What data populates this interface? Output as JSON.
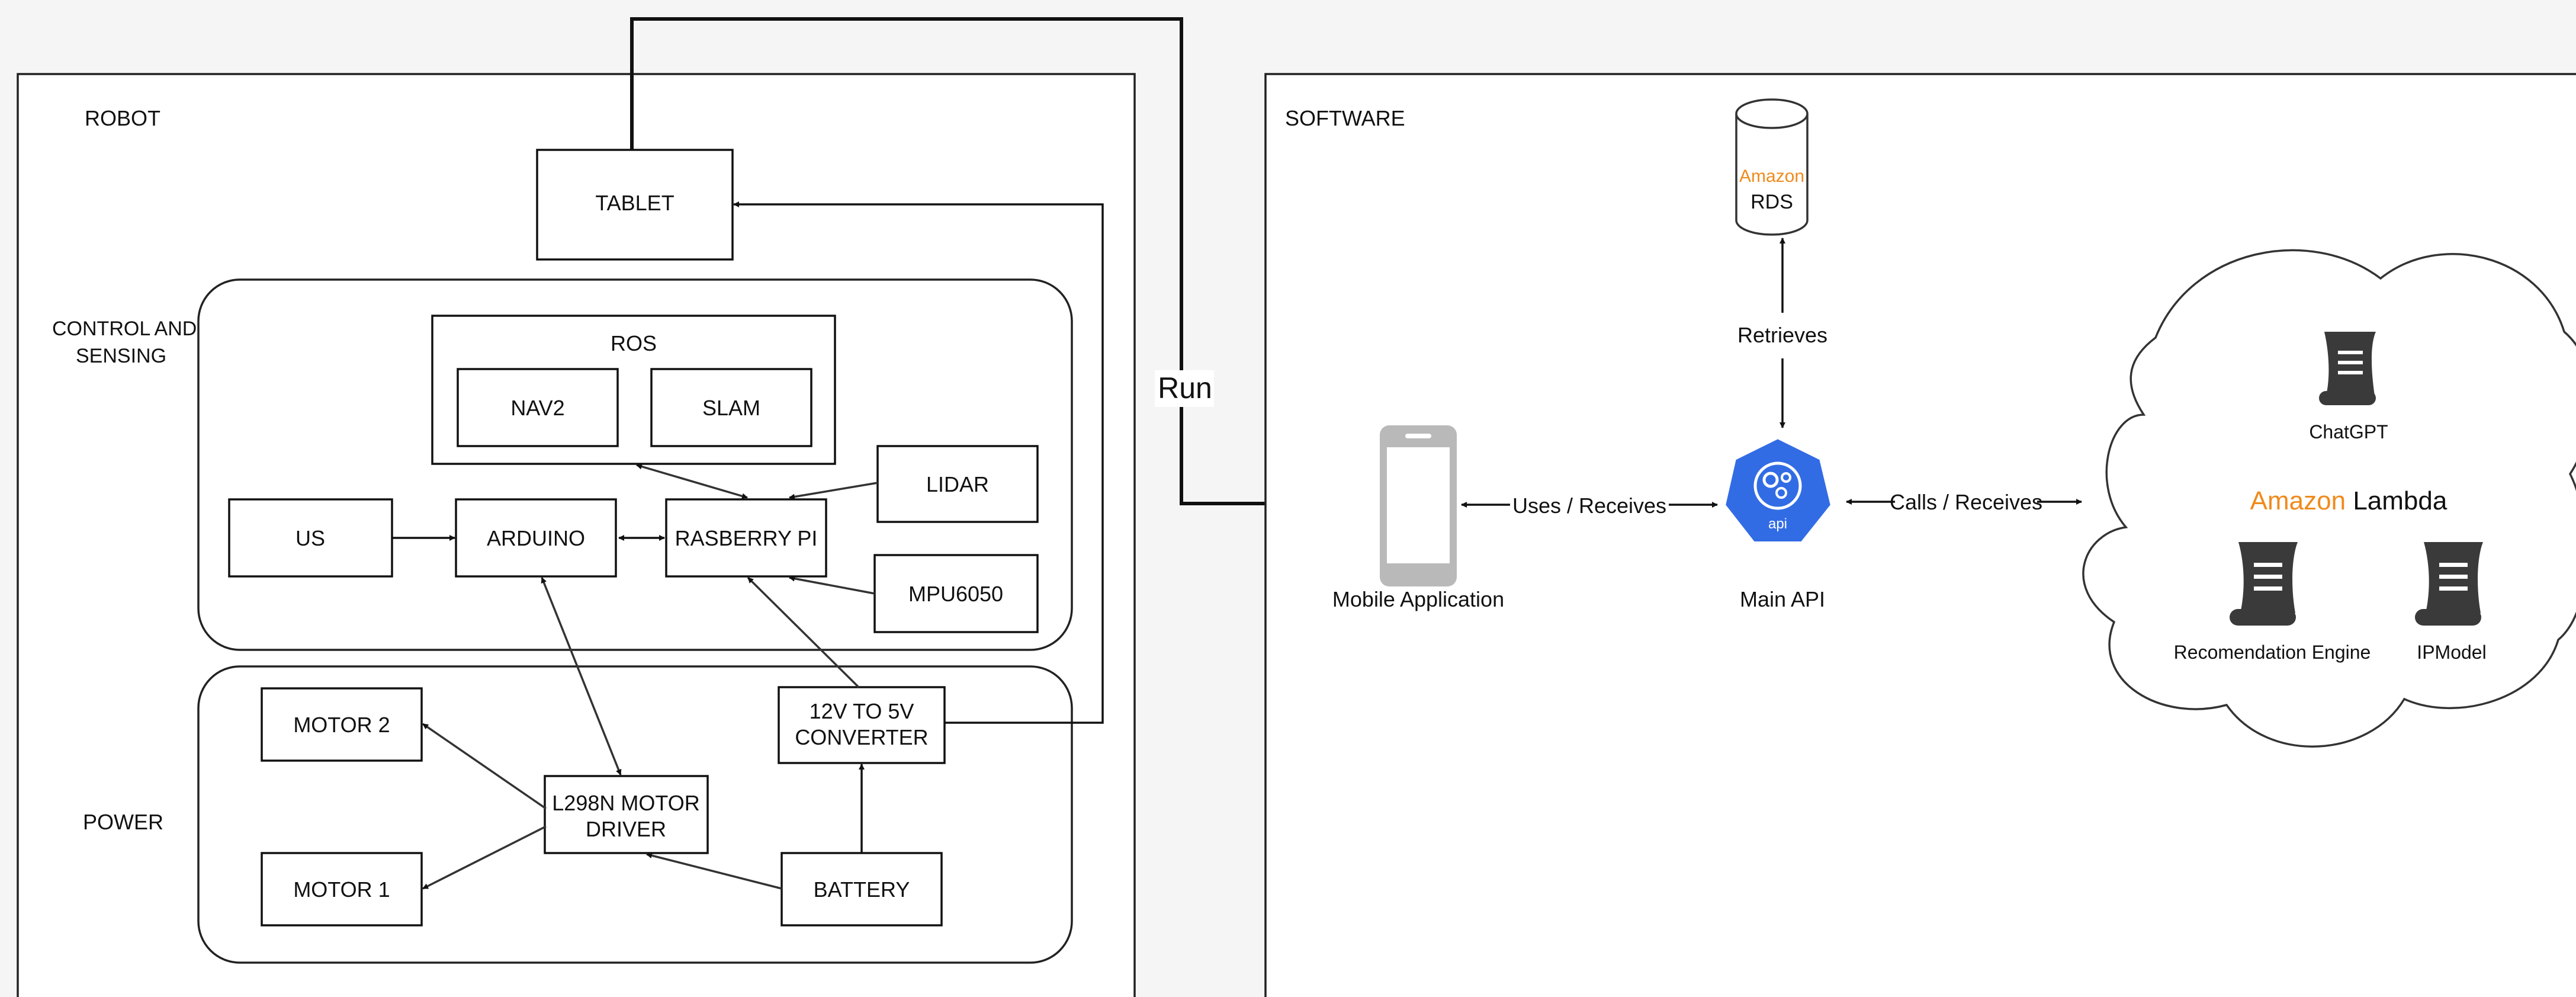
{
  "robot": {
    "title": "ROBOT",
    "control_label_1": "CONTROL AND",
    "control_label_2": "SENSING",
    "power_label": "POWER",
    "tablet": "TABLET",
    "ros": "ROS",
    "nav2": "NAV2",
    "slam": "SLAM",
    "lidar": "LIDAR",
    "us": "US",
    "arduino": "ARDUINO",
    "raspberry": "RASBERRY PI",
    "mpu": "MPU6050",
    "motor2": "MOTOR 2",
    "motor1": "MOTOR 1",
    "driver_1": "L298N MOTOR",
    "driver_2": "DRIVER",
    "converter_1": "12V TO 5V",
    "converter_2": "CONVERTER",
    "battery": "BATTERY"
  },
  "link_label": "Run",
  "software": {
    "title": "SOFTWARE",
    "rds_brand": "Amazon",
    "rds_name": "RDS",
    "retrieves": "Retrieves",
    "mobile_app": "Mobile Application",
    "uses_receives": "Uses / Receives",
    "main_api": "Main API",
    "api_badge": "api",
    "calls_receives": "Calls / Receives",
    "chatgpt": "ChatGPT",
    "lambda_brand": "Amazon",
    "lambda_name": " Lambda",
    "rec_engine": "Recomendation Engine",
    "ipmodel": "IPModel"
  },
  "colors": {
    "amazon_orange": "#F08A1C",
    "api_blue": "#326CE5",
    "phone_gray": "#B9B9B9",
    "script_dark": "#3A3A3A"
  }
}
